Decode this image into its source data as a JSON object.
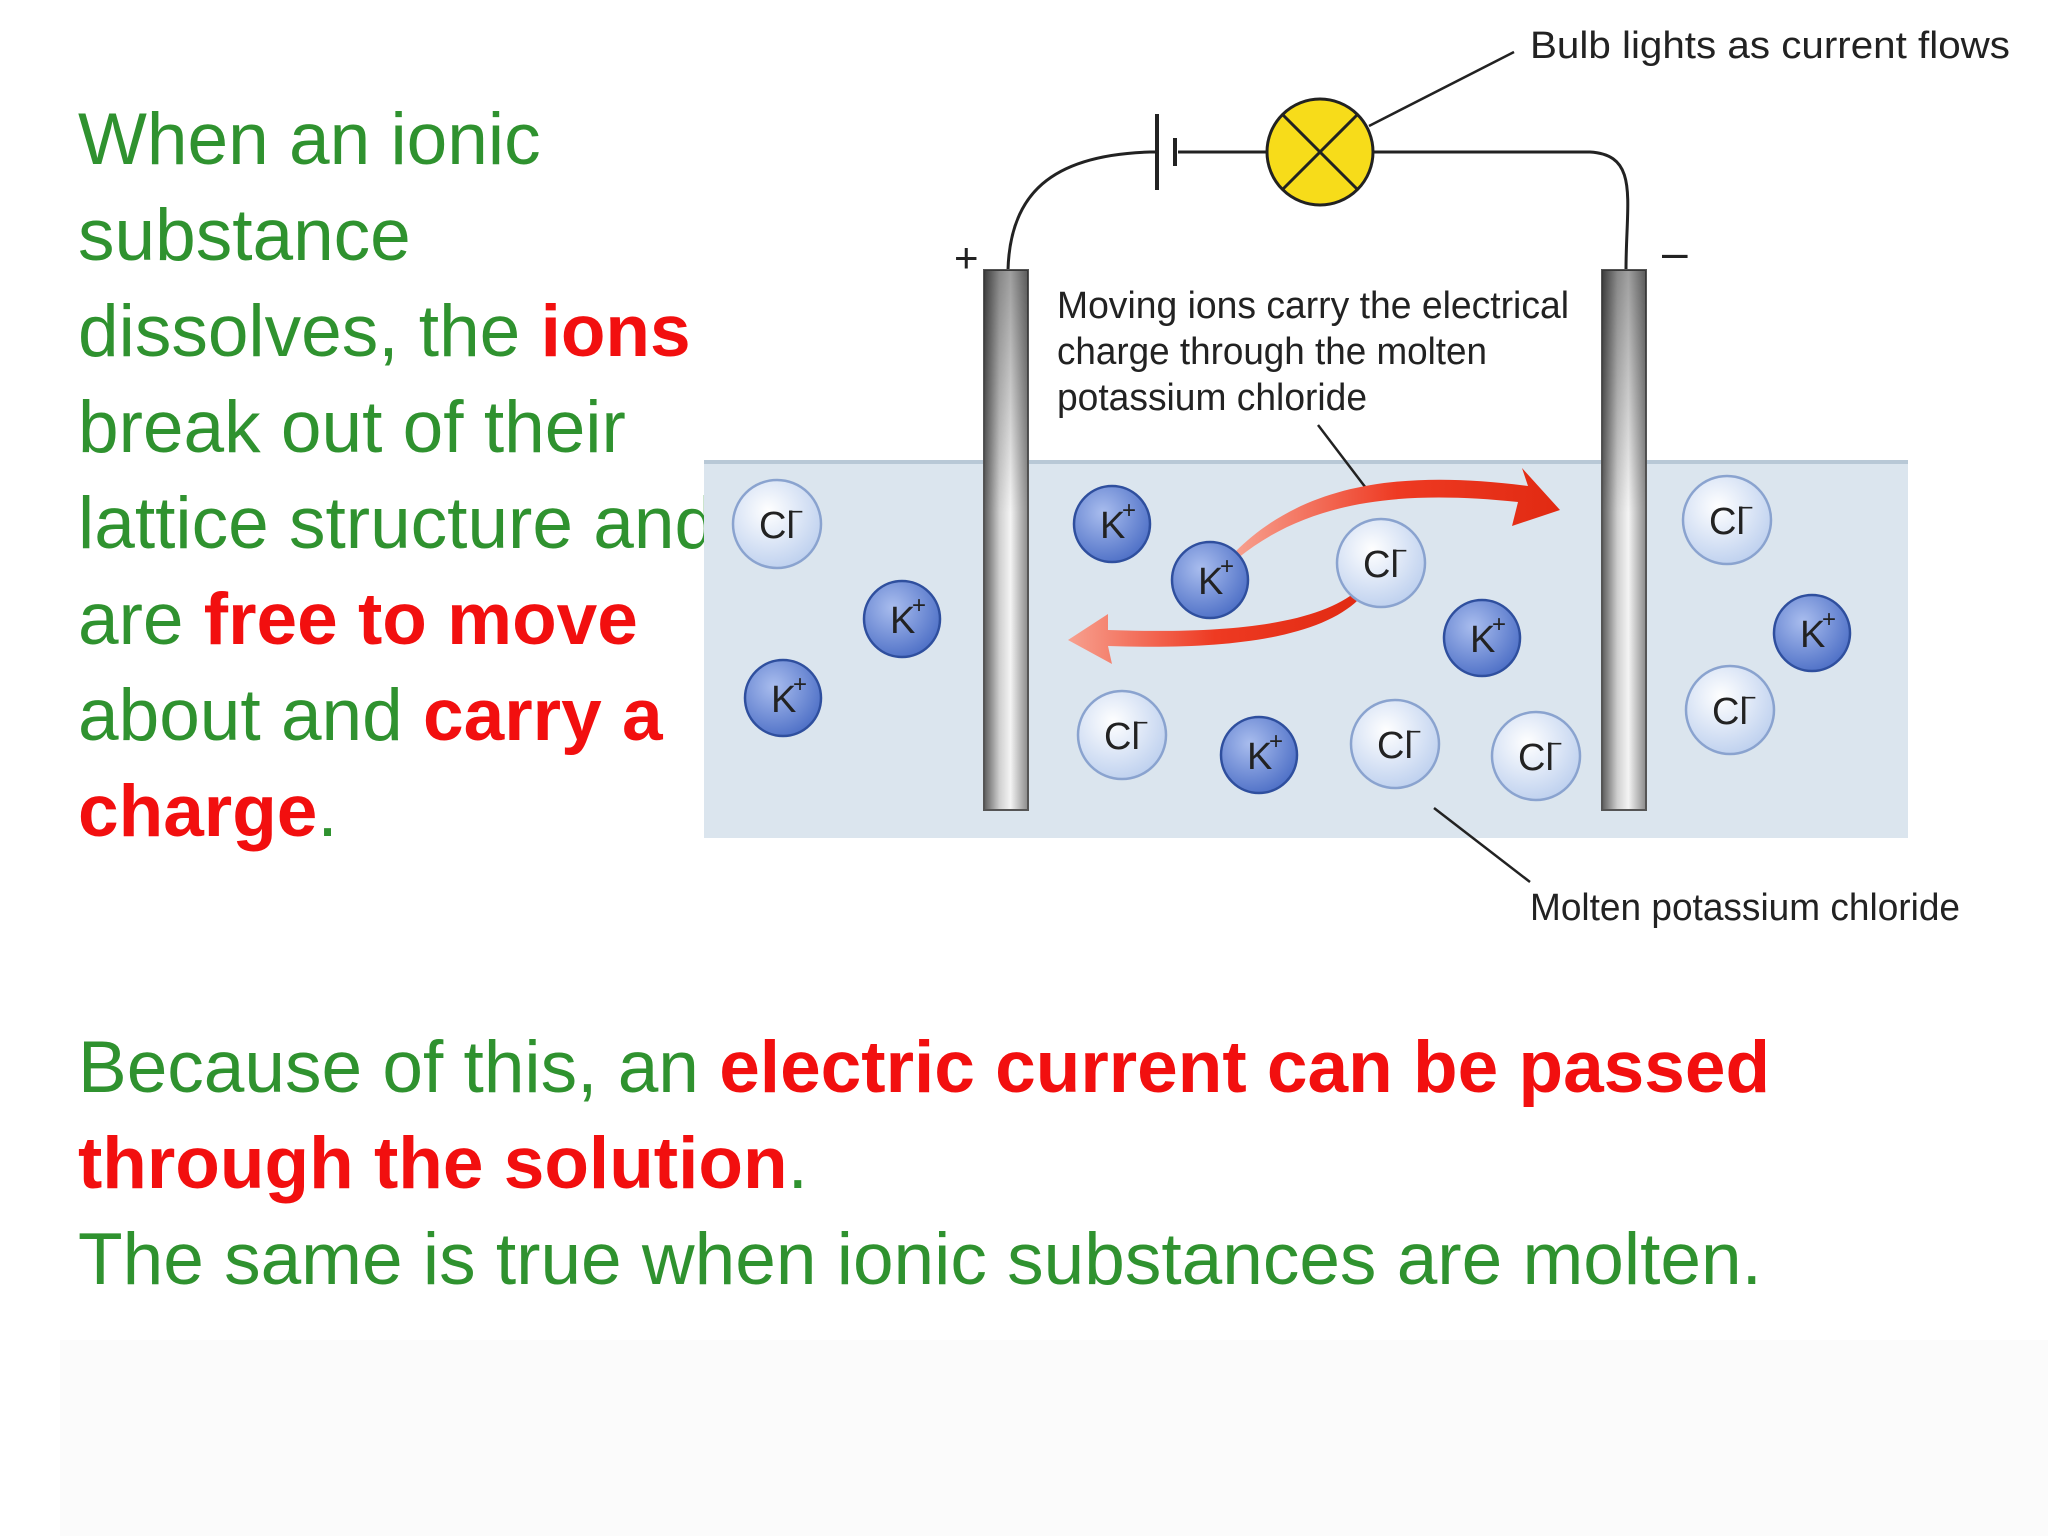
{
  "intro": {
    "t1": "When an ionic substance dissolves, the ",
    "h1": "ions",
    "t2": " break out of their lattice structure and are ",
    "h2": "free to move",
    "t3": " about and ",
    "h3": "carry a charge",
    "t4": "."
  },
  "conclusion": {
    "t1": "Because of this, an ",
    "h1": "electric current can be passed through the solution",
    "t2": ".",
    "line2": "The same is true when ionic substances are molten."
  },
  "diagram": {
    "bulb_label": "Bulb lights as current flows",
    "positive_sign": "+",
    "negative_sign": "–",
    "moving_ions_line1": "Moving ions carry the electrical",
    "moving_ions_line2": "charge through the molten",
    "moving_ions_line3": "potassium chloride",
    "liquid_label": "Molten potassium chloride",
    "potassium_ion": "K",
    "potassium_charge": "+",
    "chloride_ion": "Cl",
    "chloride_charge": "–",
    "colors": {
      "liquid": "#dbe5ee",
      "potassium": "#6f8cd6",
      "chloride": "#eaf1fb",
      "bulb": "#f7dc1a",
      "arrow": "#ef3b24"
    }
  }
}
